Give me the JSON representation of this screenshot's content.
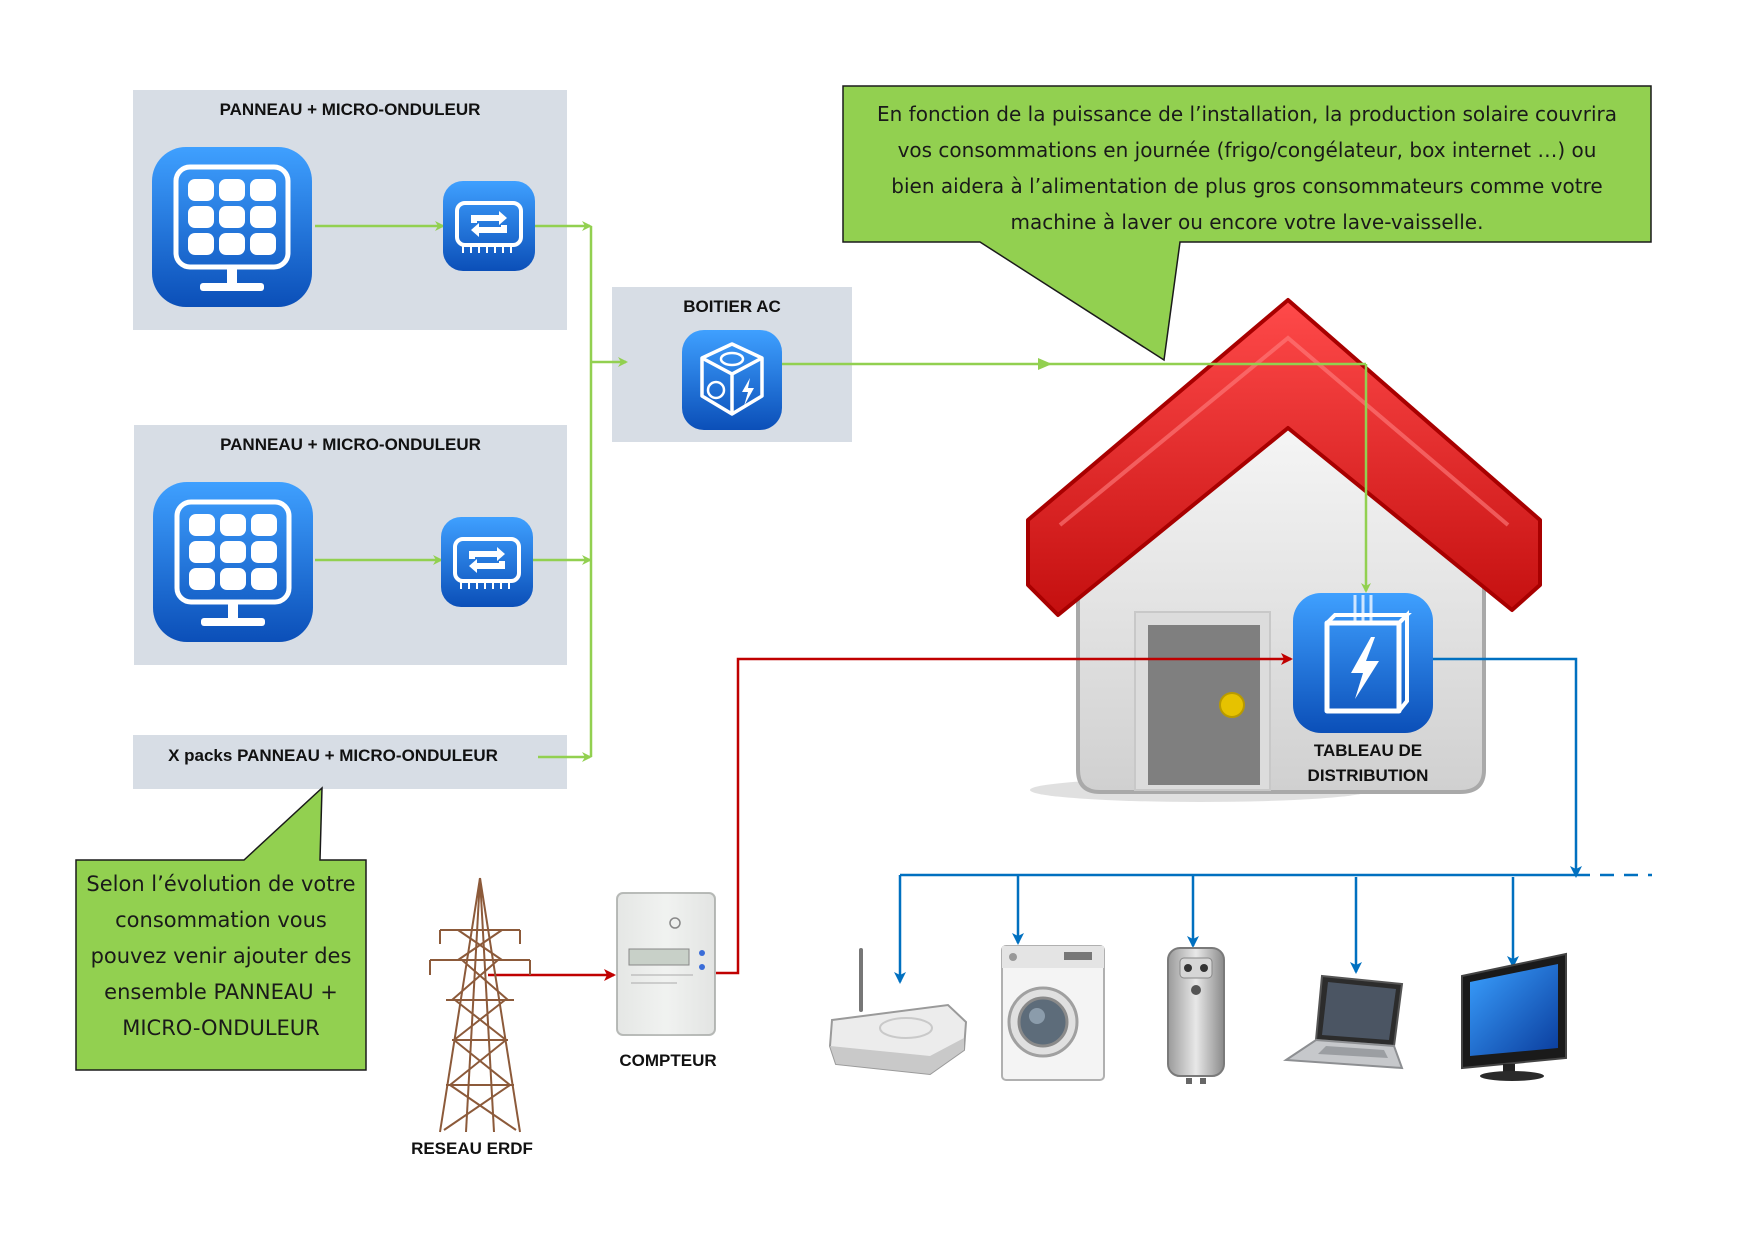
{
  "colors": {
    "solar_line": "#92d050",
    "grid_line": "#c00000",
    "house_line": "#0070c0",
    "callout_fill": "#92d050",
    "box_fill": "#d7dde5",
    "icon_blue": "#1e73d6",
    "roof_red": "#e02020"
  },
  "panel_pack_1": {
    "title": "PANNEAU + MICRO-ONDULEUR"
  },
  "panel_pack_2": {
    "title": "PANNEAU + MICRO-ONDULEUR"
  },
  "panel_pack_x": {
    "title": "X packs PANNEAU + MICRO-ONDULEUR"
  },
  "ac_box": {
    "title": "BOITIER AC"
  },
  "distribution_board": {
    "line1": "TABLEAU DE",
    "line2": "DISTRIBUTION"
  },
  "meter": {
    "label": "COMPTEUR"
  },
  "grid": {
    "label": "RESEAU ERDF"
  },
  "callout_top": {
    "lines": [
      "En fonction de la puissance de l’installation, la production solaire couvrira",
      "vos consommations en journée (frigo/congélateur, box internet …) ou",
      "bien aidera à l’alimentation de plus gros consommateurs comme votre",
      "machine à laver ou encore votre lave-vaisselle."
    ]
  },
  "callout_bottom": {
    "lines": [
      "Selon l’évolution de votre",
      "consommation vous",
      "pouvez venir ajouter des",
      "ensemble PANNEAU +",
      "MICRO-ONDULEUR"
    ]
  },
  "icons": {
    "solar_panel": "solar-panel-icon",
    "micro_inverter": "micro-inverter-icon",
    "ac_box": "ac-junction-box-icon",
    "distribution_board": "distribution-board-icon",
    "house": "house-icon",
    "pylon": "power-pylon-icon",
    "meter": "electric-meter-icon",
    "appliances": [
      "wifi-router-icon",
      "washing-machine-icon",
      "water-heater-icon",
      "laptop-icon",
      "television-icon"
    ]
  }
}
